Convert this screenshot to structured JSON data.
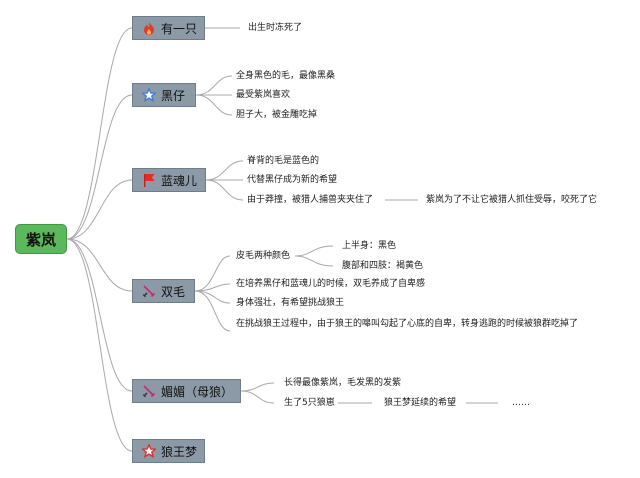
{
  "root": {
    "label": "紫岚"
  },
  "branches": [
    {
      "label": "有一只",
      "icon": "flame-icon",
      "notes": [
        "出生时冻死了"
      ]
    },
    {
      "label": "黑仔",
      "icon": "star-outline-icon",
      "notes": [
        "全身黑色的毛，最像黑桑",
        "最受紫岚喜欢",
        "胆子大，被金雕吃掉"
      ]
    },
    {
      "label": "蓝魂儿",
      "icon": "red-flag-icon",
      "notes": [
        "脊背的毛是蓝色的",
        "代替黑仔成为新的希望",
        "由于莽撞，被猎人捕兽夹夹住了",
        "紫岚为了不让它被猎人抓住受辱，咬死了它"
      ]
    },
    {
      "label": "双毛",
      "icon": "swords-icon",
      "notes": [
        "皮毛两种颜色",
        "上半身：黑色",
        "腹部和四肢：褐黄色",
        "在培养黑仔和蓝魂儿的时候，双毛养成了自卑感",
        "身体强壮，有希望挑战狼王",
        "在挑战狼王过程中，由于狼王的嗥叫勾起了心底的自卑，转身逃跑的时候被狼群吃掉了"
      ]
    },
    {
      "label": "媚媚（母狼）",
      "icon": "swords-icon",
      "notes": [
        "长得最像紫岚，毛发黑的发紫",
        "生了5只狼崽",
        "狼王梦延续的希望",
        "……"
      ]
    },
    {
      "label": "狼王梦",
      "icon": "red-star-icon",
      "notes": []
    }
  ]
}
